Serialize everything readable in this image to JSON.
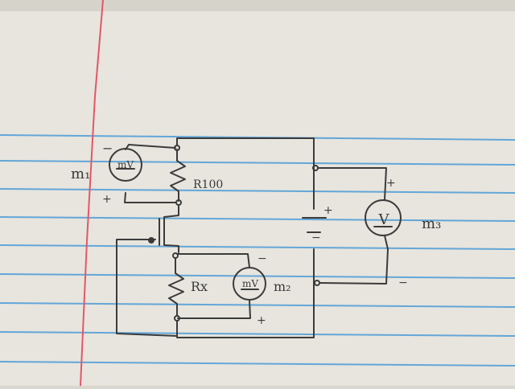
{
  "labels": {
    "m1": "m₁",
    "m2": "m₂",
    "m3": "m₃",
    "r100": "R100",
    "rx": "Rx",
    "m1_minus": "−",
    "m1_plus": "+",
    "m2_minus": "−",
    "m2_plus": "+",
    "m3_plus": "+",
    "m3_minus": "−",
    "battery_plus": "+",
    "battery_minus": "−"
  },
  "meters": {
    "m1_text": "mV",
    "m2_text": "mV",
    "m3_text": "V"
  },
  "colors": {
    "paper": "#e9e7e0",
    "margin_line": "#e3485c",
    "rule_line": "#5fa7d6",
    "ink": "#3a3a3a"
  }
}
